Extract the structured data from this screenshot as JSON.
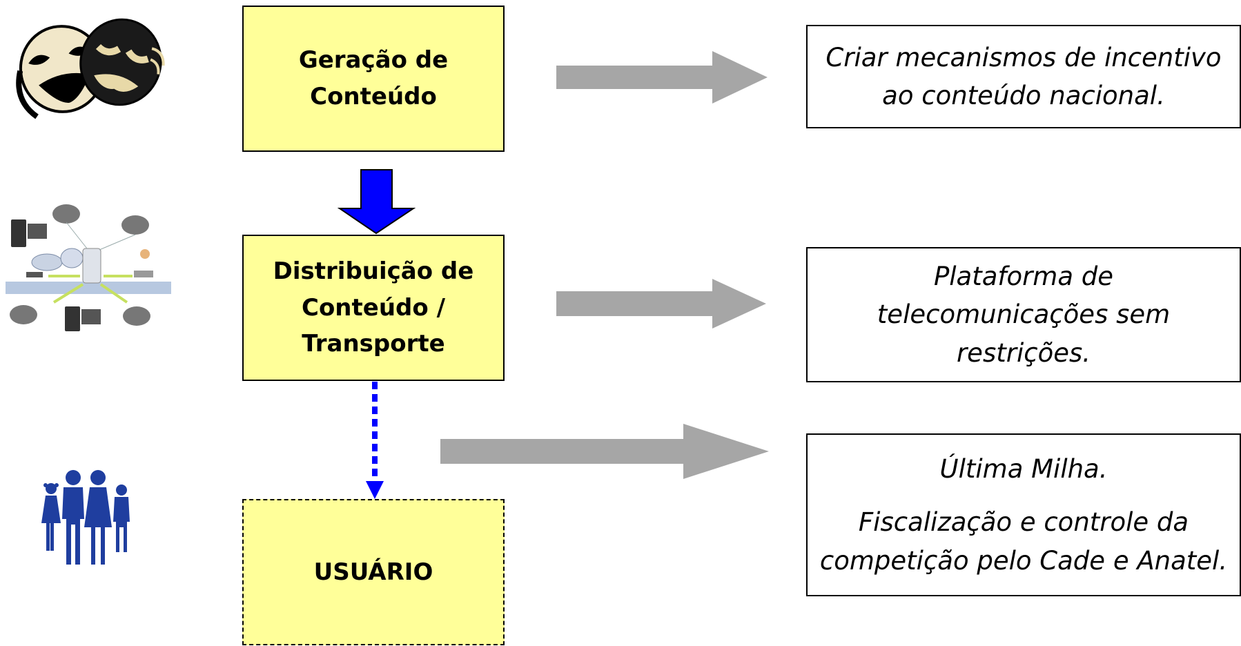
{
  "diagram": {
    "boxes": {
      "geracao": [
        "Geração de",
        "Conteúdo"
      ],
      "distribuicao": [
        "Distribuição de",
        "Conteúdo /",
        "Transporte"
      ],
      "usuario": "USUÁRIO"
    },
    "notes": {
      "incentivo": [
        "Criar mecanismos de incentivo",
        "ao conteúdo nacional."
      ],
      "plataforma": [
        "Plataforma de",
        "telecomunicações sem",
        "restrições."
      ],
      "ultima_milha": "Última Milha.",
      "fiscalizacao": [
        "Fiscalização e controle da",
        "competição pelo Cade e Anatel."
      ]
    },
    "icons": [
      "theater-masks-icon",
      "network-diagram-icon",
      "family-icon"
    ],
    "colors": {
      "box_fill": "#ffff99",
      "gray_arrow": "#a6a6a6",
      "blue_arrow": "#0000ff",
      "people": "#1f3e9f"
    }
  }
}
